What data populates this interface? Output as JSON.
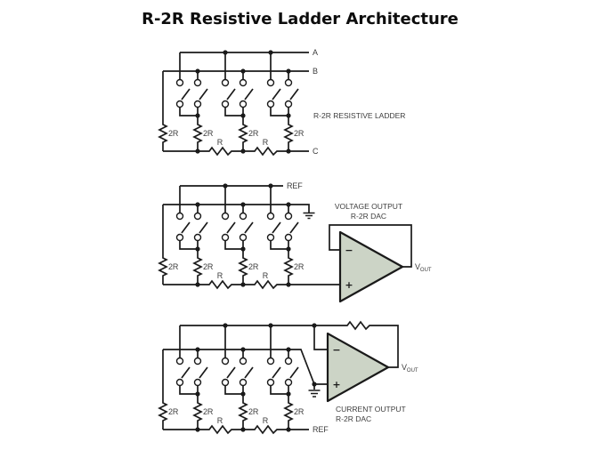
{
  "title": "R-2R Resistive Ladder Architecture",
  "colors": {
    "background": "#ffffff",
    "line": "#1a1a1a",
    "label_text": "#3d3d3d",
    "opamp_fill": "#ccd4c6"
  },
  "labels": {
    "r2": "2R",
    "r": "R",
    "ref": "REF",
    "minus": "−",
    "plus": "+",
    "vout_main": "V",
    "vout_sub": "OUT"
  },
  "ladder": {
    "terminal_a": "A",
    "terminal_b": "B",
    "terminal_c": "C",
    "caption": "R-2R RESISTIVE LADDER"
  },
  "voltage_dac": {
    "caption_line1": "VOLTAGE OUTPUT",
    "caption_line2": "R-2R DAC"
  },
  "current_dac": {
    "caption_line1": "CURRENT OUTPUT",
    "caption_line2": "R-2R DAC"
  }
}
